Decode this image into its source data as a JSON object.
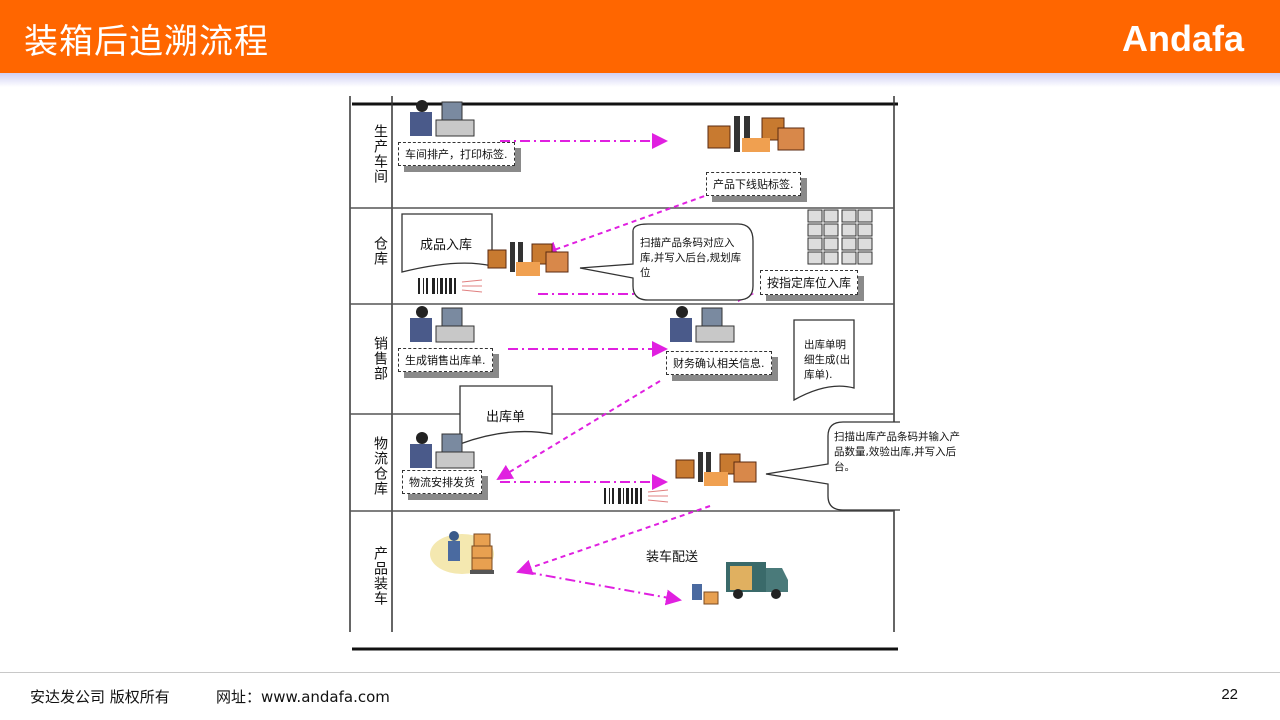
{
  "header": {
    "title": "装箱后追溯流程",
    "logo": "Andafa",
    "accent_color": "#ff6600"
  },
  "diagram": {
    "lanes": [
      {
        "label": "生产车间"
      },
      {
        "label": "仓库"
      },
      {
        "label": "销售部"
      },
      {
        "label": "物流仓库"
      },
      {
        "label": "产品装车"
      }
    ],
    "steps": {
      "print_label": "车间排产，打印标签.",
      "offline_label": "产品下线贴标签.",
      "finished_in": "成品入库",
      "scan_callout": "扫描产品条码对应入库,并写入后台,规划库位",
      "assigned_location": "按指定库位入库",
      "sales_order": "生成销售出库单.",
      "finance_confirm": "财务确认相关信息.",
      "outbound_detail": "出库单明细生成(出库单).",
      "outbound_doc": "出库单",
      "logistics_arrange": "物流安排发货",
      "scan_out_callout": "扫描出库产品条码并输入产品数量,效验出库,并写入后台。",
      "loading_delivery": "装车配送"
    },
    "arrow_color": "#e020e0"
  },
  "footer": {
    "copyright": "安达发公司 版权所有",
    "website": "网址：www.andafa.com",
    "page_number": "22"
  }
}
